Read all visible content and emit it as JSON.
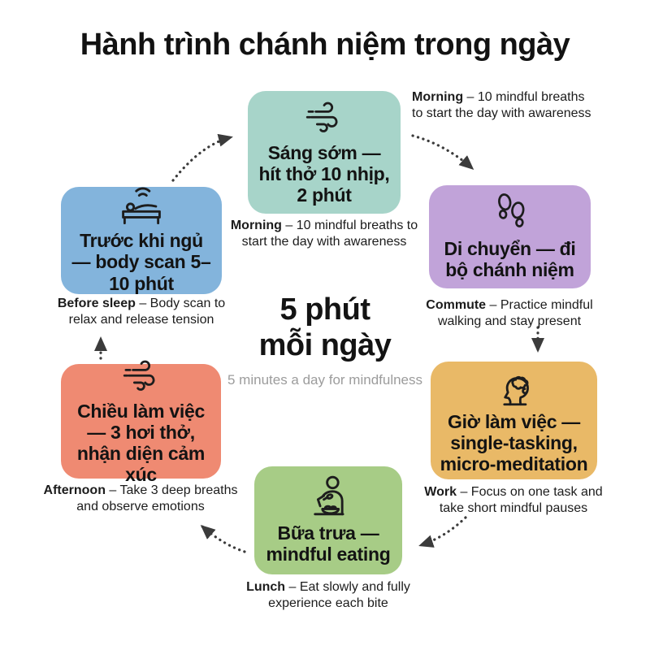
{
  "title": "Hành trình chánh niệm trong ngày",
  "center": {
    "line1": "5 phút",
    "line2": "mỗi ngày",
    "subtitle": "5 minutes a day for mindfulness"
  },
  "note": {
    "bold": "Morning",
    "rest": " – 10 mindful breaths to start the day with awareness"
  },
  "colors": {
    "teal": "#a7d4c9",
    "purple": "#c1a3d9",
    "orange": "#e9b967",
    "green": "#a7cc86",
    "salmon": "#ef8a72",
    "blue": "#83b4dc",
    "arrow": "#3b3b3b",
    "center_subtitle": "#9c9c9c"
  },
  "steps": [
    {
      "id": "morning",
      "icon": "wind-icon",
      "color": "#a7d4c9",
      "title": "Sáng sớm — hít thở 10 nhịp, 2 phút",
      "caption_bold": "Morning",
      "caption_rest": " – 10 mindful breaths to start the day with awareness"
    },
    {
      "id": "commute",
      "icon": "footprints-icon",
      "color": "#c1a3d9",
      "title": "Di chuyển — đi bộ chánh niệm",
      "caption_bold": "Commute",
      "caption_rest": " – Practice mindful walking and stay present"
    },
    {
      "id": "work",
      "icon": "head-brain-icon",
      "color": "#e9b967",
      "title": "Giờ làm việc — single-tasking, micro-meditation",
      "caption_bold": "Work",
      "caption_rest": " – Focus on one task and take short mindful pauses"
    },
    {
      "id": "lunch",
      "icon": "eating-icon",
      "color": "#a7cc86",
      "title": "Bữa trưa — mindful eating",
      "caption_bold": "Lunch",
      "caption_rest": " – Eat slowly and fully experience each bite"
    },
    {
      "id": "afternoon",
      "icon": "wind-icon",
      "color": "#ef8a72",
      "title": "Chiều làm việc — 3 hơi thở, nhận diện cảm xúc",
      "caption_bold": "Afternoon",
      "caption_rest": " – Take 3 deep breaths and observe emotions"
    },
    {
      "id": "before-sleep",
      "icon": "bed-sleep-icon",
      "color": "#83b4dc",
      "title": "Trước khi ngủ — body scan 5–10 phút",
      "caption_bold": "Before sleep",
      "caption_rest": " – Body scan to relax and release tension"
    }
  ]
}
